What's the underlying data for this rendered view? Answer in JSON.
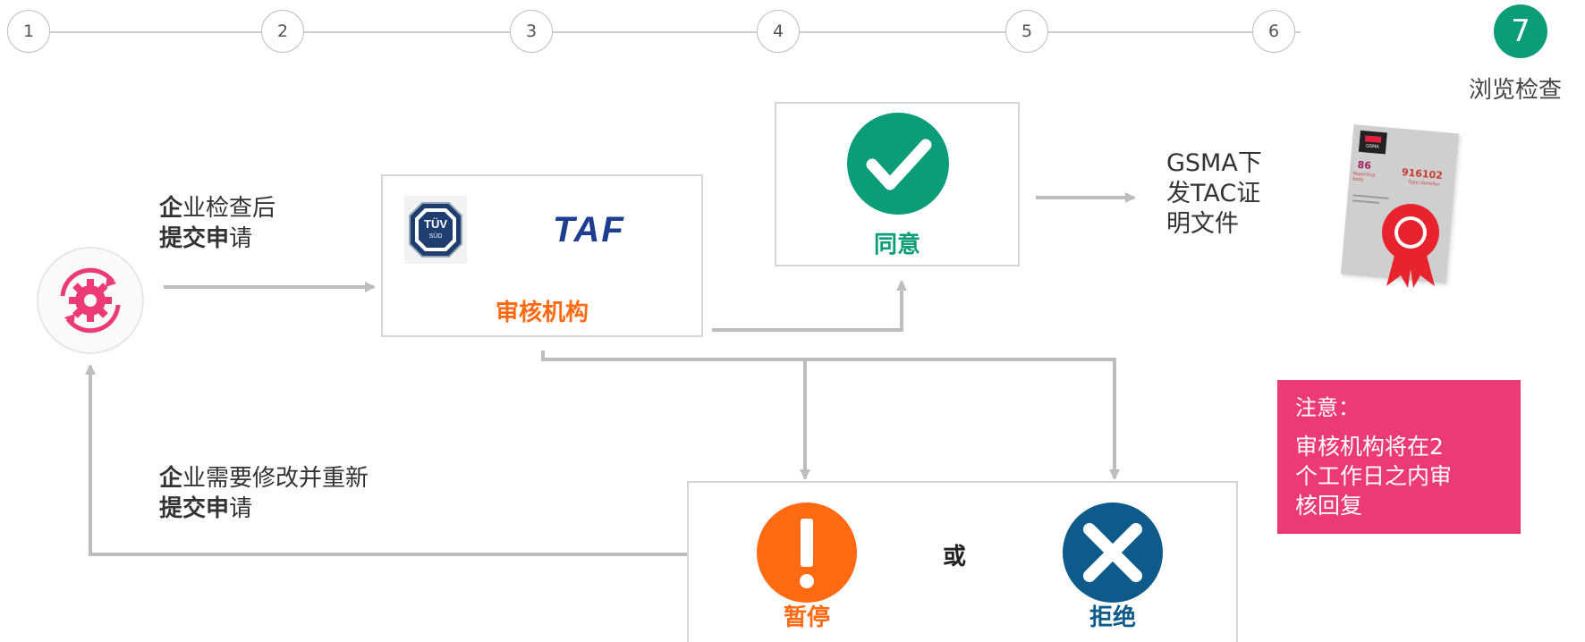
{
  "steps": [
    "1",
    "2",
    "3",
    "4",
    "5",
    "6",
    "7"
  ],
  "active_step_label": "浏览检查",
  "colors": {
    "accent_green": "#0a9d78",
    "accent_orange": "#ff6a13",
    "accent_blue": "#0e5a8a",
    "accent_pink": "#ec3a76",
    "line_gray": "#bdbdbd"
  },
  "submit": {
    "line1_bold": "企",
    "line1_rest": "业检查后",
    "line2_bold": "提交申",
    "line2_rest": "请"
  },
  "reviewer": {
    "logo_tuv_top": "TÜV",
    "logo_tuv_bottom": "SÜD",
    "logo_taf": "TAF",
    "title": "审核机构"
  },
  "approve": {
    "title": "同意"
  },
  "issue": {
    "line1": "GSMA下",
    "line2": "发TAC证",
    "line3": "明文件"
  },
  "certificate": {
    "code1": "86",
    "code1_sub": "Reporting body",
    "code2": "916102",
    "code2_sub": "Type identifier",
    "brand": "GSMA"
  },
  "notice": {
    "title": "注意：",
    "body": [
      "审核机构将在2",
      "个工作日之内审",
      "核回复"
    ]
  },
  "resubmit": {
    "line1_bold": "企",
    "line1_rest": "业需要修改并重新",
    "line2_bold": "提交申",
    "line2_rest": "请"
  },
  "outcomes": {
    "pause": "暂停",
    "or": "或",
    "reject": "拒绝"
  }
}
